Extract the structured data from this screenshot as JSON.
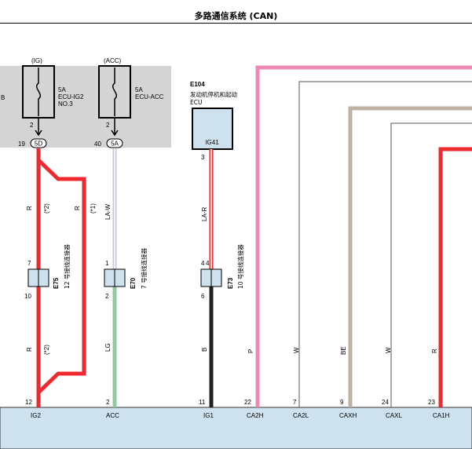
{
  "page_title": "多路通信系统 (CAN)",
  "relay_block": {
    "fuses": [
      {
        "group": "(IG)",
        "rating": "5A",
        "name_line1": "ECU-IG2",
        "name_line2": "NO.3",
        "pin": "2",
        "connector_pin": "19",
        "connector": "5D"
      },
      {
        "group": "(ACC)",
        "rating": "5A",
        "name_line1": "ECU-ACC",
        "name_line2": "",
        "pin": "2",
        "connector_pin": "40",
        "connector": "5A"
      }
    ],
    "left_clip_text": "B"
  },
  "ecu": {
    "code": "E104",
    "name_line1": "发动机停机和起动",
    "name_line2": "ECU",
    "pin_name": "IG41",
    "pin_in": "3",
    "pin_out": "4"
  },
  "connectors": [
    {
      "code": "E75",
      "desc": "12 号接线连接器",
      "top_pin": "7",
      "bottom_pin": "10"
    },
    {
      "code": "E70",
      "desc": "7 号接线连接器",
      "top_pin": "1",
      "bottom_pin": "2"
    },
    {
      "code": "E73",
      "desc": "10 号接线连接器",
      "top_pin": "4",
      "bottom_pin": "6"
    }
  ],
  "wire_labels": {
    "ig2_upper": "R",
    "ig2_upper_note": "(*2)",
    "bypass": "R",
    "bypass_note": "(*1)",
    "ig2_lower": "R",
    "ig2_lower_note": "(*2)",
    "acc_upper": "LA-W",
    "acc_lower": "LG",
    "ig1_upper": "LA-R",
    "ig1_lower": "B"
  },
  "bottom_terminals": [
    {
      "pin": "12",
      "name": "IG2",
      "wire": ""
    },
    {
      "pin": "2",
      "name": "ACC",
      "wire": ""
    },
    {
      "pin": "11",
      "name": "IG1",
      "wire": ""
    },
    {
      "pin": "22",
      "name": "CA2H",
      "wire": "P"
    },
    {
      "pin": "7",
      "name": "CA2L",
      "wire": "W"
    },
    {
      "pin": "9",
      "name": "CAXH",
      "wire": "BE"
    },
    {
      "pin": "24",
      "name": "CAXL",
      "wire": "W"
    },
    {
      "pin": "23",
      "name": "CA1H",
      "wire": "R"
    }
  ],
  "colors": {
    "red": "#ee2a2e",
    "pink": "#ec8ab4",
    "beige": "#c0b2a3",
    "green": "#93c9a0",
    "black": "#222222",
    "grey_block": "#d4d4d4",
    "ecu_fill": "#cde2ee",
    "bottom_band": "#cde2ee",
    "acc_wire": "#c8c8d4"
  }
}
